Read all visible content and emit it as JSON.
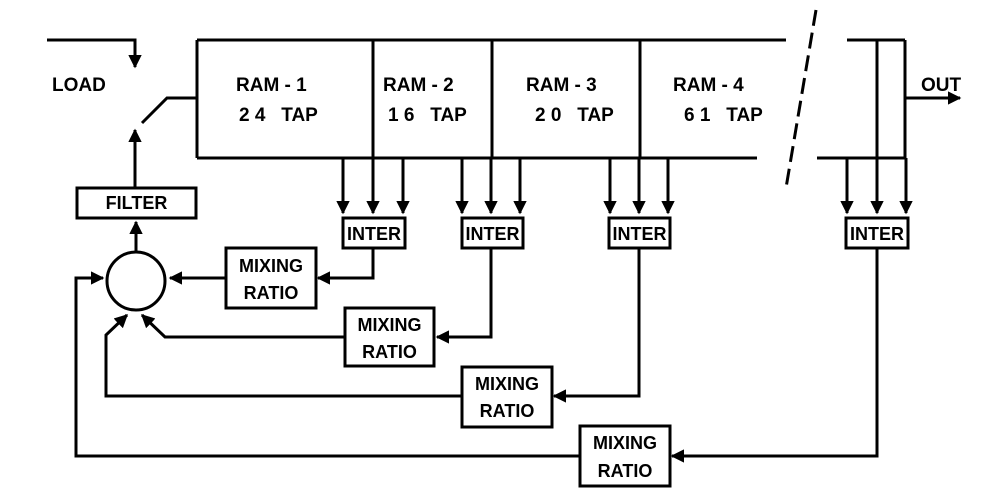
{
  "labels": {
    "load": "LOAD",
    "out": "OUT",
    "filter": "FILTER"
  },
  "rams": [
    {
      "name": "RAM - 1",
      "taps": "2 4   TAP"
    },
    {
      "name": "RAM - 2",
      "taps": "1 6   TAP"
    },
    {
      "name": "RAM - 3",
      "taps": "2 0   TAP"
    },
    {
      "name": "RAM - 4",
      "taps": "6 1   TAP"
    }
  ],
  "inter_label": "INTER",
  "mixing": {
    "line1": "MIXING",
    "line2": "RATIO"
  }
}
